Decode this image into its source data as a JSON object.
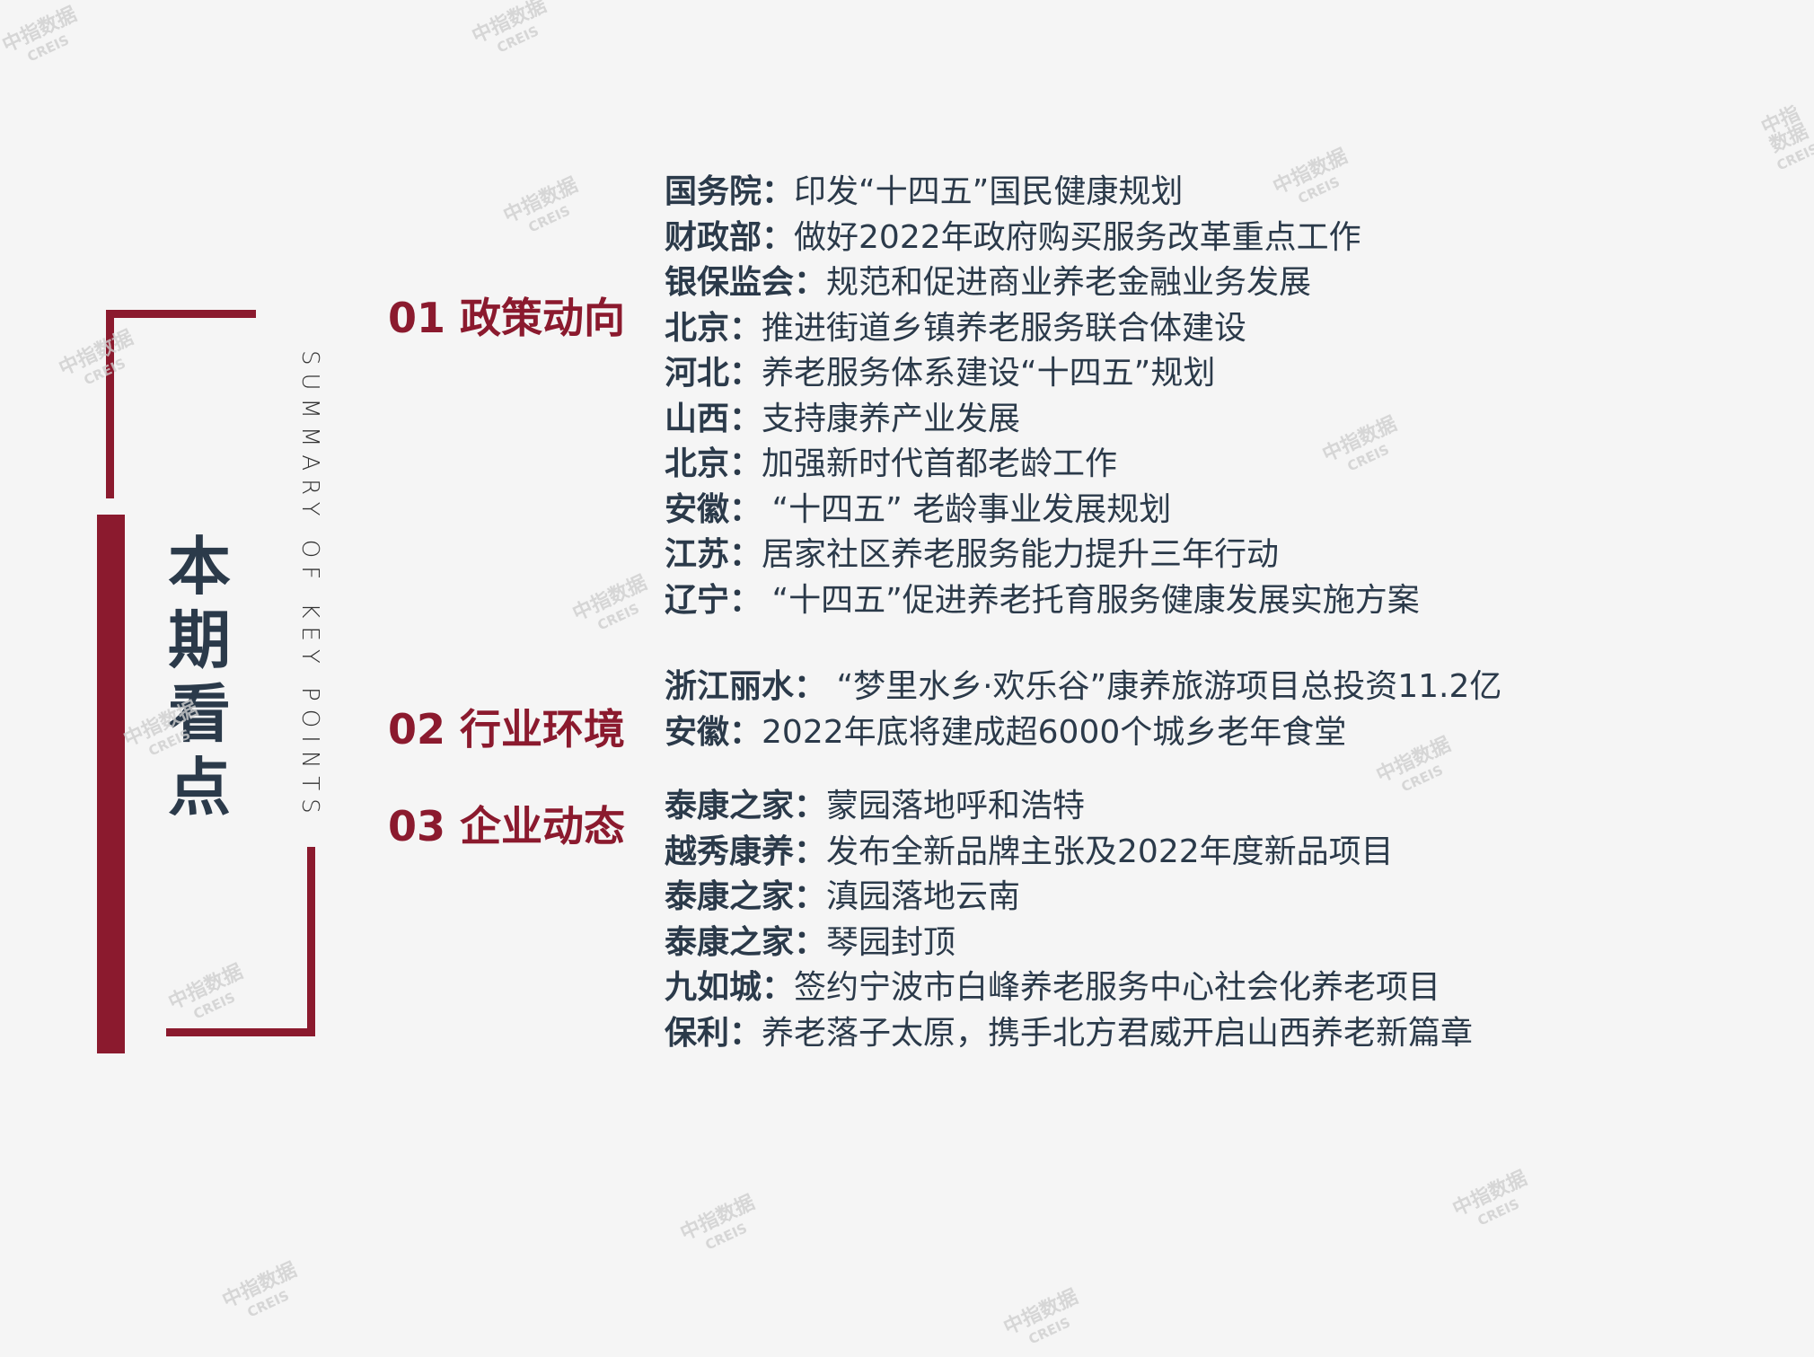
{
  "title_chars": [
    "本",
    "期",
    "看",
    "点"
  ],
  "summary_text": "SUMMARY OF KEY POINTS",
  "sections": [
    {
      "label": "01 政策动向",
      "items": [
        {
          "org": "国务院：",
          "text": "印发“十四五”国民健康规划"
        },
        {
          "org": "财政部：",
          "text": "做好2022年政府购买服务改革重点工作"
        },
        {
          "org": "银保监会：",
          "text": "规范和促进商业养老金融业务发展"
        },
        {
          "org": "北京：",
          "text": "推进街道乡镇养老服务联合体建设"
        },
        {
          "org": "河北：",
          "text": "养老服务体系建设“十四五”规划"
        },
        {
          "org": "山西：",
          "text": "支持康养产业发展"
        },
        {
          "org": "北京：",
          "text": "加强新时代首都老龄工作"
        },
        {
          "org": "安徽：",
          "text": " “十四五”   老龄事业发展规划"
        },
        {
          "org": "江苏：",
          "text": "居家社区养老服务能力提升三年行动"
        },
        {
          "org": "辽宁：",
          "text": " “十四五”促进养老托育服务健康发展实施方案"
        }
      ]
    },
    {
      "label": "02 行业环境",
      "items": [
        {
          "org": "浙江丽水：",
          "text": " “梦里水乡·欢乐谷”康养旅游项目总投资11.2亿"
        },
        {
          "org": "安徽：",
          "text": "2022年底将建成超6000个城乡老年食堂"
        }
      ]
    },
    {
      "label": "03 企业动态",
      "items": [
        {
          "org": "泰康之家：",
          "text": "蒙园落地呼和浩特"
        },
        {
          "org": "越秀康养：",
          "text": "发布全新品牌主张及2022年度新品项目"
        },
        {
          "org": "泰康之家：",
          "text": "滇园落地云南"
        },
        {
          "org": "泰康之家：",
          "text": "琴园封顶"
        },
        {
          "org": "九如城：",
          "text": "签约宁波市白峰养老服务中心社会化养老项目"
        },
        {
          "org": "保利：",
          "text": "养老落子太原，携手北方君威开启山西养老新篇章"
        }
      ]
    }
  ],
  "watermark": {
    "cn": "中指数据",
    "en": "CREIS"
  },
  "colors": {
    "accent": "#8b1a2e",
    "text": "#2b3a4a",
    "background": "#f5f5f5"
  }
}
